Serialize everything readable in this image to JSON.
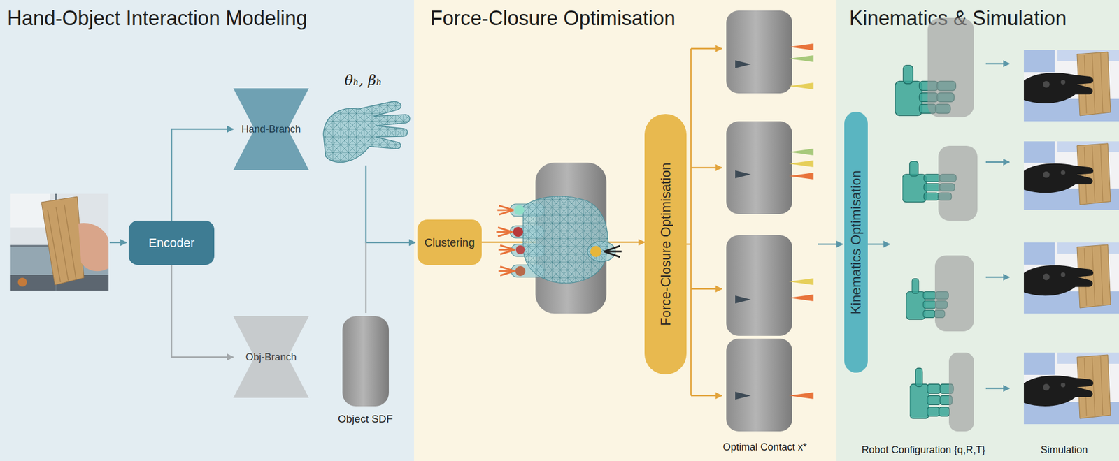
{
  "diagram": {
    "nodes": [
      {
        "text": [
          "Hand-Object Interaction Modeling"
        ]
      },
      {
        "text": [
          "Encoder"
        ],
        "in": 0
      },
      {
        "text": [
          "Hand-Branch"
        ],
        "in": 0
      },
      {
        "text": [
          "Obj-Branch"
        ],
        "in": 0
      },
      {
        "text": [
          "Force-Closure Optimisation"
        ]
      },
      {
        "text": [
          "Clustering"
        ],
        "in": 4
      },
      {
        "text": [
          "Force-Closure Optimisation"
        ],
        "in": 4
      },
      {
        "text": [
          "Kinematics & Simulation"
        ]
      },
      {
        "text": [
          "Kinematics Optimisation"
        ],
        "in": 7
      }
    ],
    "edges": [
      {
        "from": 1,
        "to": 2,
        "arrow": "to"
      },
      {
        "from": 1,
        "to": 3,
        "arrow": "to"
      },
      {
        "from": 5,
        "to": 6,
        "arrow": "to"
      }
    ],
    "labels": [
      "θₕ, βₕ",
      "Object SDF",
      "Optimal Contact x*",
      "Robot Configuration {q,R,T}",
      "Simulation"
    ]
  }
}
